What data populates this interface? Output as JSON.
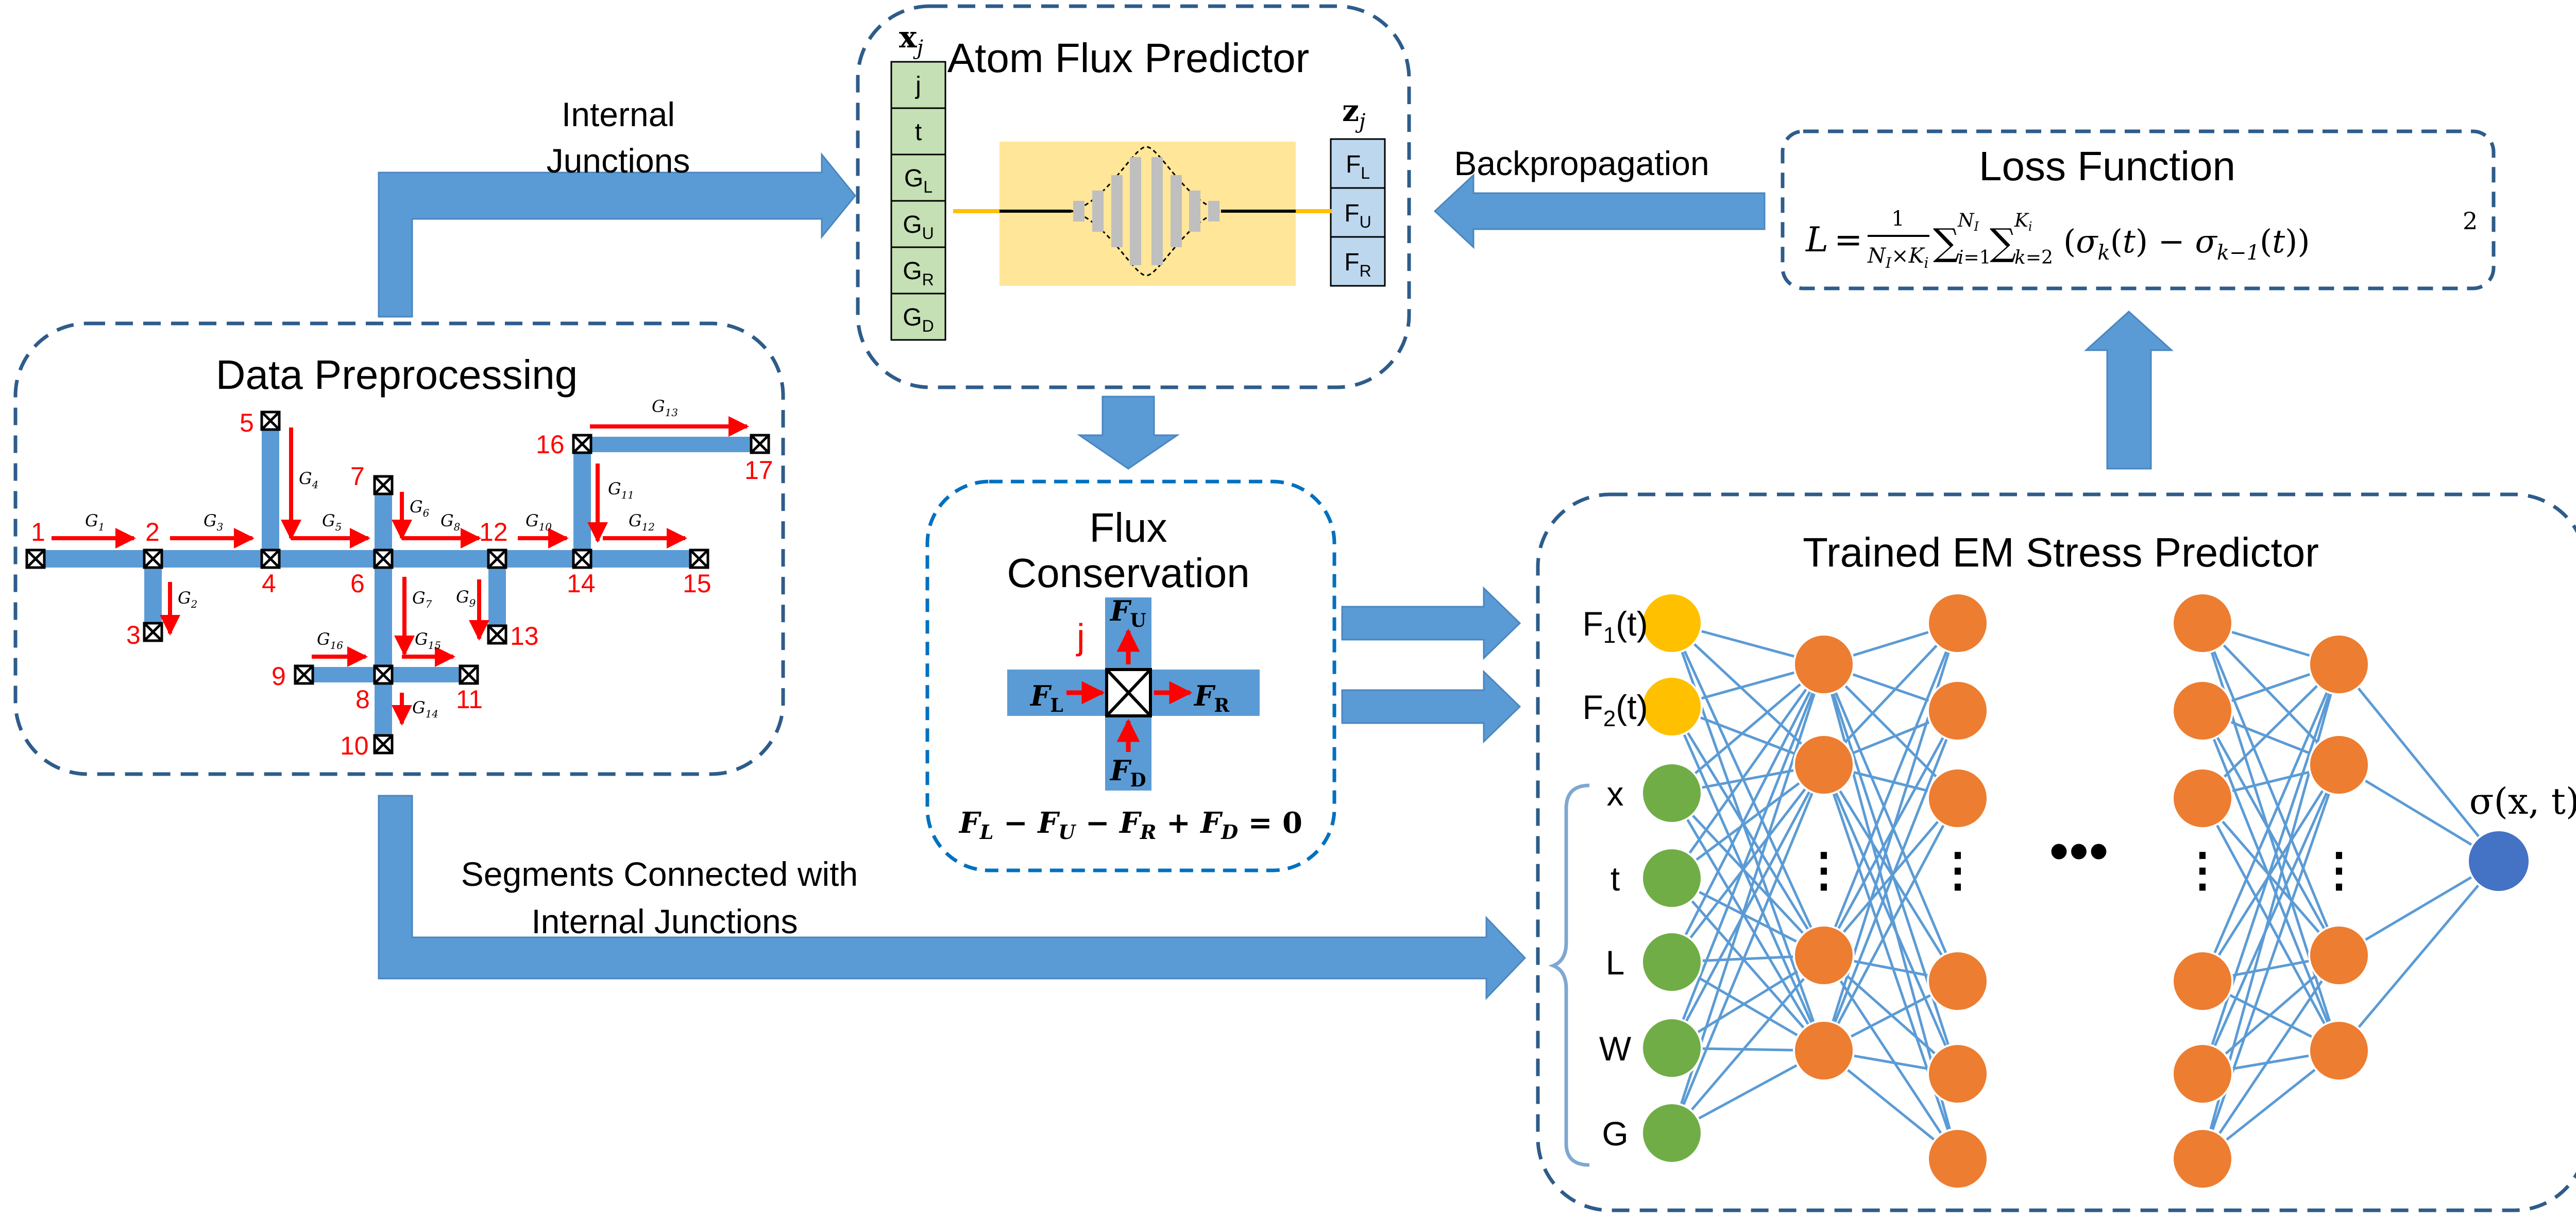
{
  "colors": {
    "box_border": "#2E5C8A",
    "arrow_fill": "#5B9BD5",
    "wire_blue": "#5B9BD5",
    "red": "#FF0000",
    "yellow_band": "#FFE699",
    "input_green": "#C5E0B4",
    "output_blue": "#BDD7EE",
    "node_yellow": "#FFC000",
    "node_green": "#70AD47",
    "node_orange": "#ED7D31",
    "node_blue": "#4472C4",
    "edge_blue": "#5B9BD5"
  },
  "labels": {
    "internal_junctions": [
      "Internal",
      "Junctions"
    ],
    "segments_connected": [
      "Segments Connected with",
      "Internal Junctions"
    ],
    "backpropagation": "Backpropagation"
  },
  "data_preprocessing": {
    "title": "Data Preprocessing",
    "nodes": [
      "1",
      "2",
      "3",
      "4",
      "5",
      "6",
      "7",
      "8",
      "9",
      "10",
      "11",
      "12",
      "13",
      "14",
      "15",
      "16",
      "17"
    ],
    "segments": [
      "G1",
      "G2",
      "G3",
      "G4",
      "G5",
      "G6",
      "G7",
      "G8",
      "G9",
      "G10",
      "G11",
      "G12",
      "G13",
      "G14",
      "G15",
      "G16"
    ]
  },
  "atom_flux": {
    "title": "Atom Flux Predictor",
    "input_label": "x",
    "input_sub": "j",
    "output_label": "z",
    "output_sub": "j",
    "inputs": [
      {
        "main": "j",
        "sub": ""
      },
      {
        "main": "t",
        "sub": ""
      },
      {
        "main": "G",
        "sub": "L"
      },
      {
        "main": "G",
        "sub": "U"
      },
      {
        "main": "G",
        "sub": "R"
      },
      {
        "main": "G",
        "sub": "D"
      }
    ],
    "outputs": [
      {
        "main": "F",
        "sub": "L"
      },
      {
        "main": "F",
        "sub": "U"
      },
      {
        "main": "F",
        "sub": "R"
      }
    ]
  },
  "flux_conservation": {
    "title": [
      "Flux",
      "Conservation"
    ],
    "junction_label": "j",
    "fluxes": {
      "L": "F",
      "U": "F",
      "R": "F",
      "D": "F"
    },
    "equation": "F_L − F_U − F_R + F_D = 0"
  },
  "loss": {
    "title": "Loss Function",
    "formula": "L = 1/(N_I×K_i) Σ_{i=1}^{N_I} Σ_{k=2}^{K_i} (σ_k(t) − σ_{k−1}(t))²"
  },
  "em_stress": {
    "title": "Trained EM Stress Predictor",
    "inputs": [
      {
        "main": "F",
        "sub": "1",
        "suffix": "(t)"
      },
      {
        "main": "F",
        "sub": "2",
        "suffix": "(t)"
      },
      {
        "main": "x",
        "sub": "",
        "suffix": ""
      },
      {
        "main": "t",
        "sub": "",
        "suffix": ""
      },
      {
        "main": "L",
        "sub": "",
        "suffix": ""
      },
      {
        "main": "W",
        "sub": "",
        "suffix": ""
      },
      {
        "main": "G",
        "sub": "",
        "suffix": ""
      }
    ],
    "ellipsis": "•••",
    "output": "σ(x, t)"
  }
}
